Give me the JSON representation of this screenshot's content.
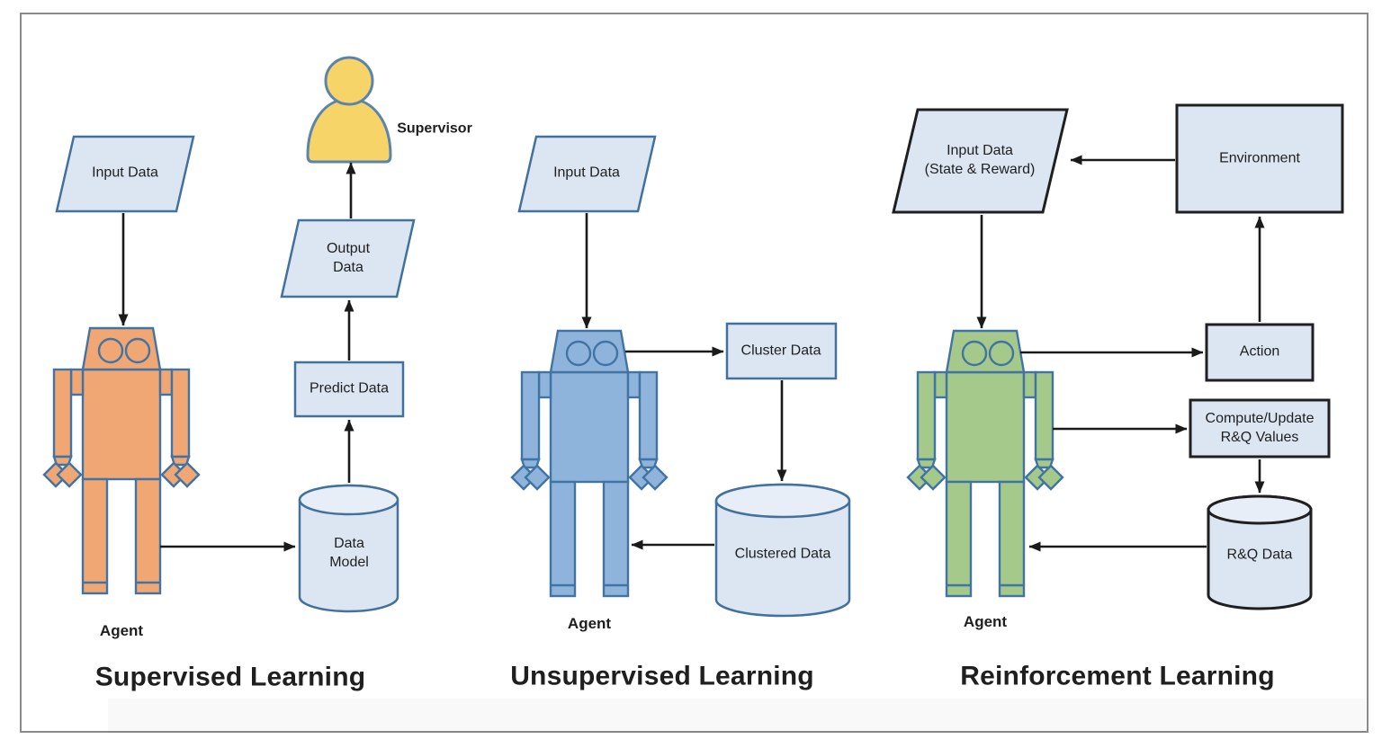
{
  "colors": {
    "robot-orange-fill": "#f0a774",
    "robot-blue-fill": "#8fb4dc",
    "robot-green-fill": "#a4c98b",
    "robot-stroke": "#4173a3",
    "node-fill": "#dce6f2",
    "node-stroke-blue": "#41719c",
    "node-stroke-black": "#1f1f1f",
    "supervisor-fill": "#f6d468",
    "supervisor-stroke": "#5b84ad",
    "arrow-color": "#1a1a1a",
    "frame-color": "#8a8a8a",
    "text-color": "#1f1f1f"
  },
  "sections": [
    {
      "title": "Supervised Learning",
      "agent_label": "Agent",
      "nodes": {
        "input": "Input Data",
        "supervisor": "Supervisor",
        "output": "Output\nData",
        "predict": "Predict Data",
        "model": "Data\nModel"
      }
    },
    {
      "title": "Unsupervised Learning",
      "agent_label": "Agent",
      "nodes": {
        "input": "Input Data",
        "cluster": "Cluster Data",
        "clustered": "Clustered Data"
      }
    },
    {
      "title": "Reinforcement Learning",
      "agent_label": "Agent",
      "nodes": {
        "input": "Input Data\n(State & Reward)",
        "environment": "Environment",
        "action": "Action",
        "compute": "Compute/Update\nR&Q Values",
        "rq": "R&Q Data"
      }
    }
  ]
}
